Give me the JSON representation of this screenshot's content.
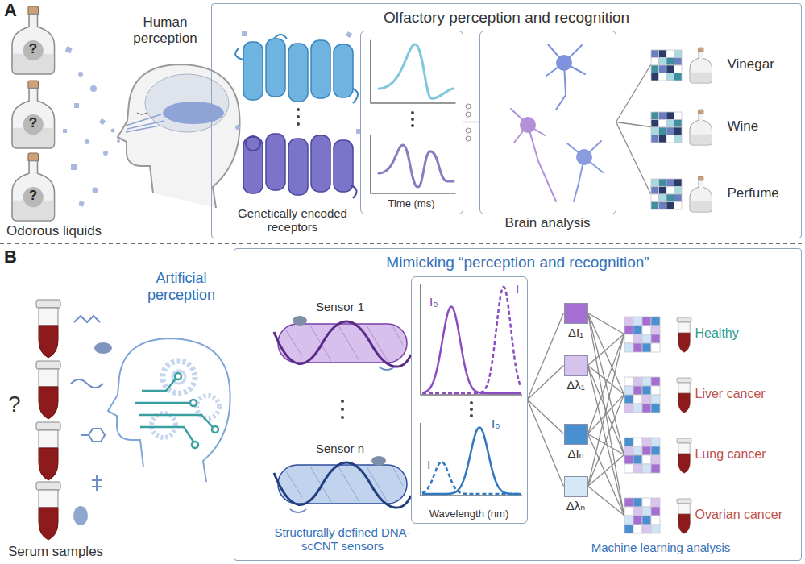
{
  "diagram": {
    "nodes": [
      {
        "text": [
          "Olfactory perception and recognition"
        ]
      },
      {
        "text": [
          "Time (ms)"
        ],
        "in": 0
      },
      {
        "text": [
          "Brain analysis"
        ],
        "in": 0
      },
      {
        "text": [
          "Vinegar"
        ],
        "in": 0
      },
      {
        "text": [
          "Wine"
        ],
        "in": 0
      },
      {
        "text": [
          "Perfume"
        ],
        "in": 0
      },
      {
        "text": [
          "Mimicking “perception and recognition”"
        ]
      },
      {
        "text": [
          "Wavelength (nm)"
        ],
        "in": 6
      },
      {
        "text": [
          "ΔI₁"
        ],
        "in": 6
      },
      {
        "text": [
          "Δλ₁"
        ],
        "in": 6
      },
      {
        "text": [
          "ΔIₙ"
        ],
        "in": 6
      },
      {
        "text": [
          "Δλₙ"
        ],
        "in": 6
      },
      {
        "text": [
          "Healthy"
        ],
        "in": 6
      },
      {
        "text": [
          "Liver cancer"
        ],
        "in": 6
      },
      {
        "text": [
          "Lung cancer"
        ],
        "in": 6
      },
      {
        "text": [
          "Ovarian cancer"
        ],
        "in": 6
      }
    ],
    "edges": [
      {
        "from": 1,
        "to": 2,
        "arrow": "none"
      },
      {
        "from": 2,
        "to": 3,
        "arrow": "none"
      },
      {
        "from": 2,
        "to": 4,
        "arrow": "none"
      },
      {
        "from": 2,
        "to": 5,
        "arrow": "none"
      },
      {
        "from": 7,
        "to": 8,
        "arrow": "none"
      },
      {
        "from": 7,
        "to": 9,
        "arrow": "none"
      },
      {
        "from": 7,
        "to": 10,
        "arrow": "none"
      },
      {
        "from": 7,
        "to": 11,
        "arrow": "none"
      },
      {
        "from": 8,
        "to": 12,
        "arrow": "none"
      },
      {
        "from": 8,
        "to": 13,
        "arrow": "none"
      },
      {
        "from": 8,
        "to": 14,
        "arrow": "none"
      },
      {
        "from": 8,
        "to": 15,
        "arrow": "none"
      },
      {
        "from": 9,
        "to": 12,
        "arrow": "none"
      },
      {
        "from": 9,
        "to": 13,
        "arrow": "none"
      },
      {
        "from": 9,
        "to": 14,
        "arrow": "none"
      },
      {
        "from": 9,
        "to": 15,
        "arrow": "none"
      },
      {
        "from": 10,
        "to": 12,
        "arrow": "none"
      },
      {
        "from": 10,
        "to": 13,
        "arrow": "none"
      },
      {
        "from": 10,
        "to": 14,
        "arrow": "none"
      },
      {
        "from": 10,
        "to": 15,
        "arrow": "none"
      },
      {
        "from": 11,
        "to": 12,
        "arrow": "none"
      },
      {
        "from": 11,
        "to": 13,
        "arrow": "none"
      },
      {
        "from": 11,
        "to": 14,
        "arrow": "none"
      },
      {
        "from": 11,
        "to": 15,
        "arrow": "none"
      }
    ],
    "labels": [
      "A",
      "Human perception",
      "?",
      "?",
      "?",
      "Odorous liquids",
      "Genetically encoded receptors",
      "B",
      "Artificial perception",
      "?",
      "Serum samples",
      "Sensor 1",
      "Sensor n",
      "I₀",
      "I",
      "I₀",
      "I",
      "Structurally defined DNA-scCNT sensors",
      "Machine learning analysis"
    ]
  }
}
